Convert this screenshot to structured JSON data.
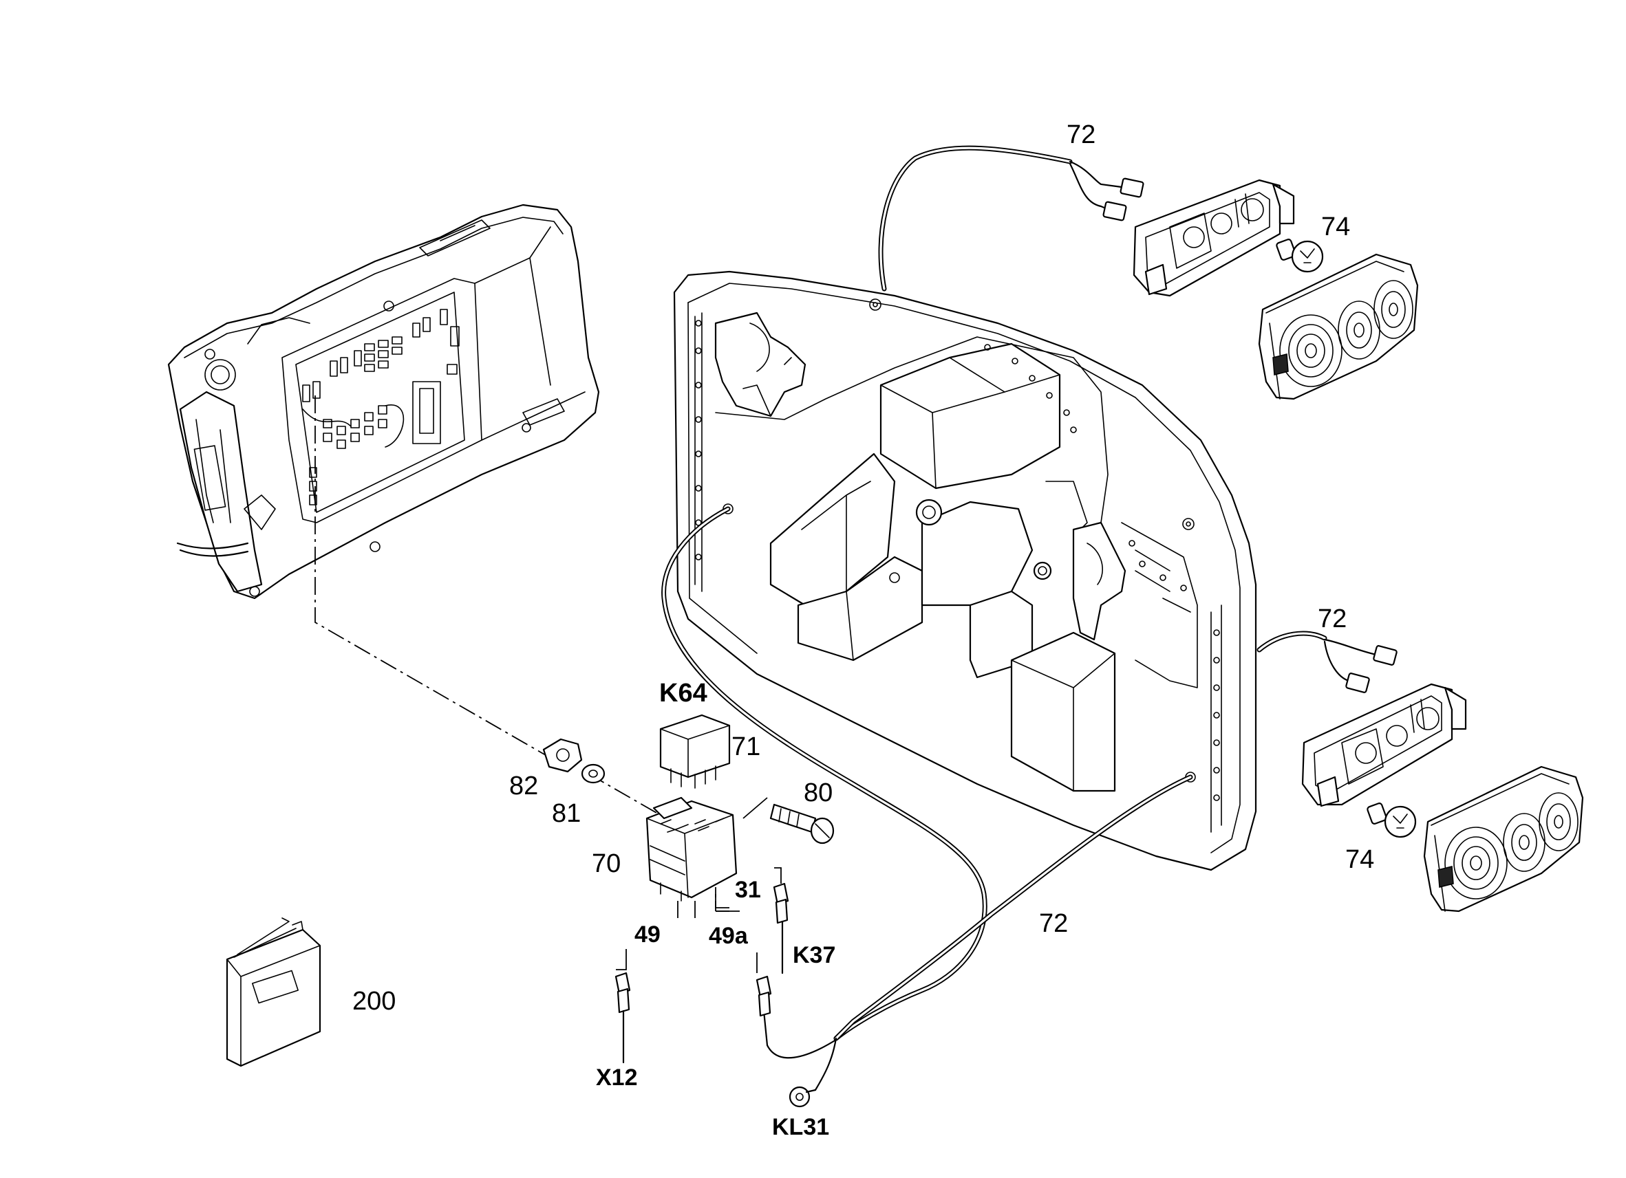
{
  "callouts": {
    "c72_top": "72",
    "c74_top": "74",
    "c72_mid": "72",
    "c74_bottom": "74",
    "c72_lower": "72",
    "k64": "K64",
    "c71": "71",
    "c82": "82",
    "c81": "81",
    "c80": "80",
    "c70": "70",
    "c31": "31",
    "c49": "49",
    "c49a": "49a",
    "k37": "K37",
    "x12": "X12",
    "kl31": "KL31",
    "c200": "200"
  }
}
